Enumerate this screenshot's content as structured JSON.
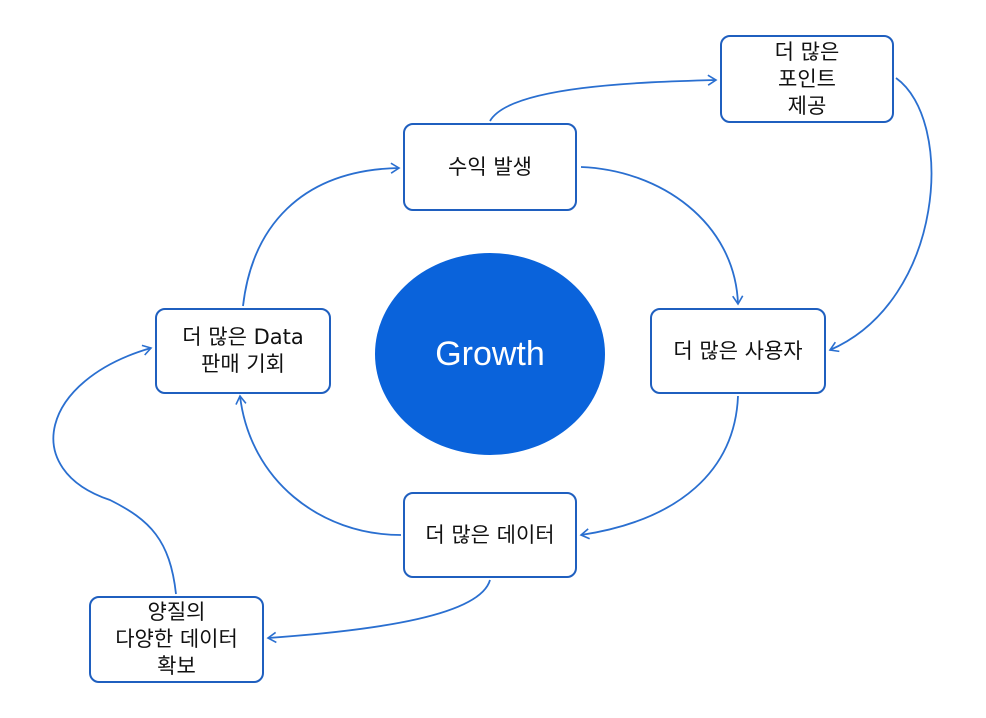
{
  "center": {
    "label": "Growth",
    "color": "#0a63db"
  },
  "nodes": {
    "revenue": "수익 발생",
    "points": "더 많은\n포인트\n제공",
    "users": "더 많은 사용자",
    "data": "더 많은 데이터",
    "sales": "더 많은 Data\n판매 기회",
    "quality": "양질의\n다양한 데이터\n확보"
  },
  "colors": {
    "border": "#1f5fbf",
    "arrow": "#2a6fd0"
  }
}
